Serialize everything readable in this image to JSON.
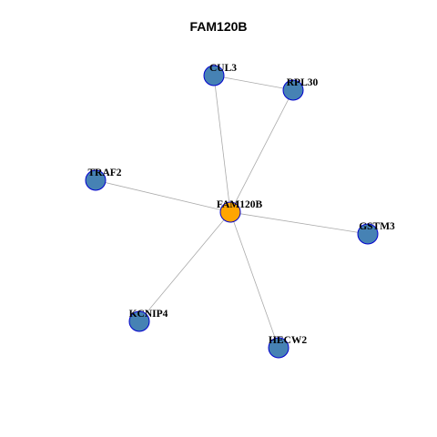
{
  "title": "FAM120B",
  "colors": {
    "center_fill": "#FFA500",
    "neighbor_fill": "#4682B4",
    "node_stroke": "#0000CD",
    "edge": "#AAAAAA"
  },
  "nodes": [
    {
      "id": "FAM120B",
      "label": "FAM120B",
      "role": "center"
    },
    {
      "id": "CUL3",
      "label": "CUL3",
      "role": "neighbor"
    },
    {
      "id": "RPL30",
      "label": "RPL30",
      "role": "neighbor"
    },
    {
      "id": "TRAF2",
      "label": "TRAF2",
      "role": "neighbor"
    },
    {
      "id": "GSTM3",
      "label": "GSTM3",
      "role": "neighbor"
    },
    {
      "id": "KCNIP4",
      "label": "KCNIP4",
      "role": "neighbor"
    },
    {
      "id": "HECW2",
      "label": "HECW2",
      "role": "neighbor"
    }
  ],
  "edges": [
    {
      "source": "CUL3",
      "target": "RPL30"
    },
    {
      "source": "CUL3",
      "target": "FAM120B"
    },
    {
      "source": "RPL30",
      "target": "FAM120B"
    },
    {
      "source": "TRAF2",
      "target": "FAM120B"
    },
    {
      "source": "GSTM3",
      "target": "FAM120B"
    },
    {
      "source": "KCNIP4",
      "target": "FAM120B"
    },
    {
      "source": "HECW2",
      "target": "FAM120B"
    }
  ]
}
